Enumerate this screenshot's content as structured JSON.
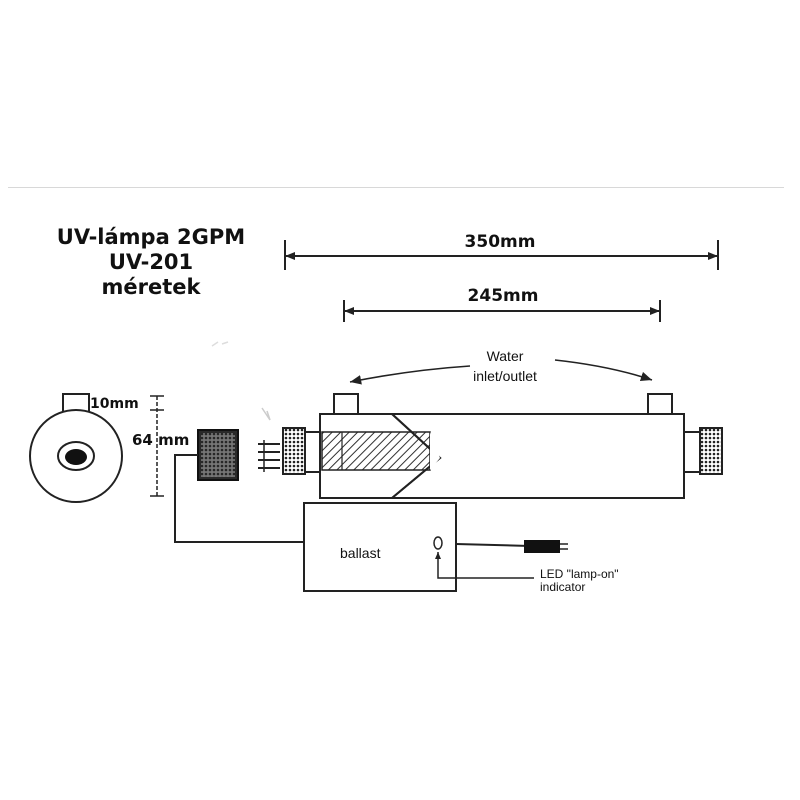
{
  "title": {
    "line1": "UV-lámpa 2GPM",
    "line2": "UV-201",
    "line3": "méretek"
  },
  "dimensions": {
    "overall_length": "350mm",
    "chamber_length": "245mm",
    "port_height": "10mm",
    "diameter": "64 mm"
  },
  "labels": {
    "water_line1": "Water",
    "water_line2": "inlet/outlet",
    "ballast": "ballast",
    "led_line1": "LED \"lamp-on\"",
    "led_line2": "indicator"
  }
}
